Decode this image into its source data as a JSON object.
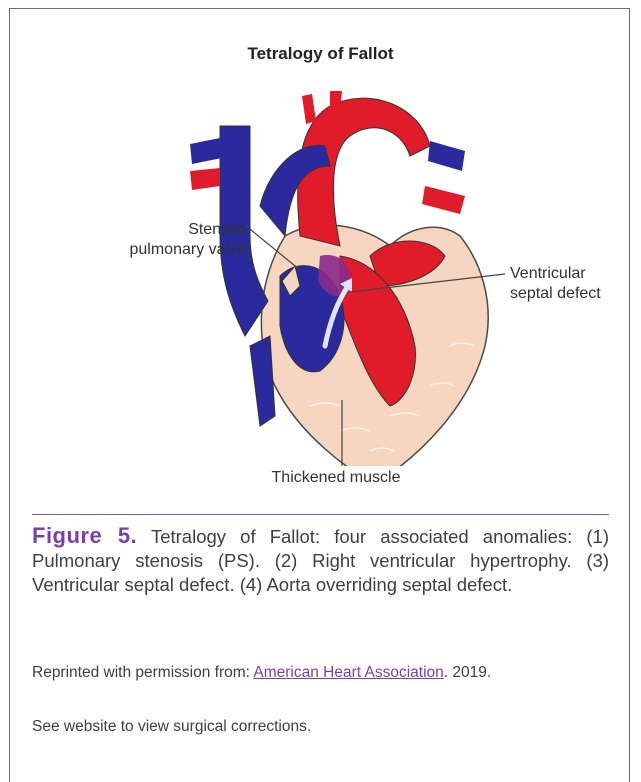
{
  "diagram": {
    "title": "Tetralogy of Fallot",
    "labels": {
      "stenotic_line1": "Stenotic",
      "stenotic_line2": "pulmonary valve",
      "vsd_line1": "Ventricular",
      "vsd_line2": "septal defect",
      "muscle": "Thickened muscle"
    },
    "colors": {
      "oxygenated": "#e01b2a",
      "deoxygenated": "#2a2a9e",
      "muscle": "#f6d6c0",
      "frame": "#7b5aa6"
    }
  },
  "caption": {
    "figure_label": "Figure 5.",
    "text": " Tetralogy of Fallot: four associated anomalies: (1) Pulmonary stenosis (PS). (2) Right ventricular hypertrophy. (3) Ventricular septal defect. (4) Aorta overriding septal defect."
  },
  "credit": {
    "prefix": "Reprinted with permission from: ",
    "link_text": "American Heart Association",
    "suffix": ". 2019."
  },
  "note": "See website to view surgical corrections."
}
